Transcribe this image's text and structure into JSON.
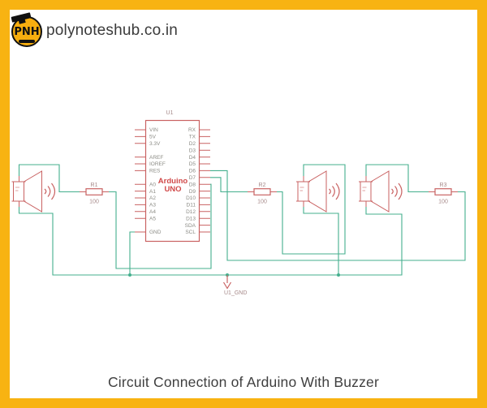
{
  "header": {
    "logo_text": "PNH",
    "site_name": "polynoteshub.co.in"
  },
  "caption": "Circuit Connection of Arduino With Buzzer",
  "chip": {
    "ref": "U1",
    "name_line1": "Arduino",
    "name_line2": "UNO",
    "left_pins": [
      "VIN",
      "5V",
      "3.3V",
      "AREF",
      "IOREF",
      "RES",
      "A0",
      "A1",
      "A2",
      "A3",
      "A4",
      "A5",
      "GND"
    ],
    "right_pins": [
      "RX",
      "TX",
      "D2",
      "D3",
      "D4",
      "D5",
      "D6",
      "D7",
      "D8",
      "D9",
      "D10",
      "D11",
      "D12",
      "D13",
      "SDA",
      "SCL"
    ]
  },
  "resistors": [
    {
      "ref": "R1",
      "value": "100"
    },
    {
      "ref": "R2",
      "value": "100"
    },
    {
      "ref": "R3",
      "value": "100"
    }
  ],
  "ground_flag_label": "U1_GND",
  "connections": [
    "D8 - R1 - buzzer1 (+)",
    "D7 - R2 - buzzer2 (+)",
    "D6 - R3 - buzzer3 (+)",
    "GND - bottom rail - buzzer1/2/3 (-) and U1_GND flag"
  ],
  "colors": {
    "frame_yellow": "#F8B312",
    "wire_green": "#44AF8E",
    "component_red": "#C96262",
    "chip_name_red": "#D04848",
    "pin_label_gray": "#8C8C86",
    "value_label_gray": "#A68989",
    "text_dark": "#3F3F3F"
  }
}
